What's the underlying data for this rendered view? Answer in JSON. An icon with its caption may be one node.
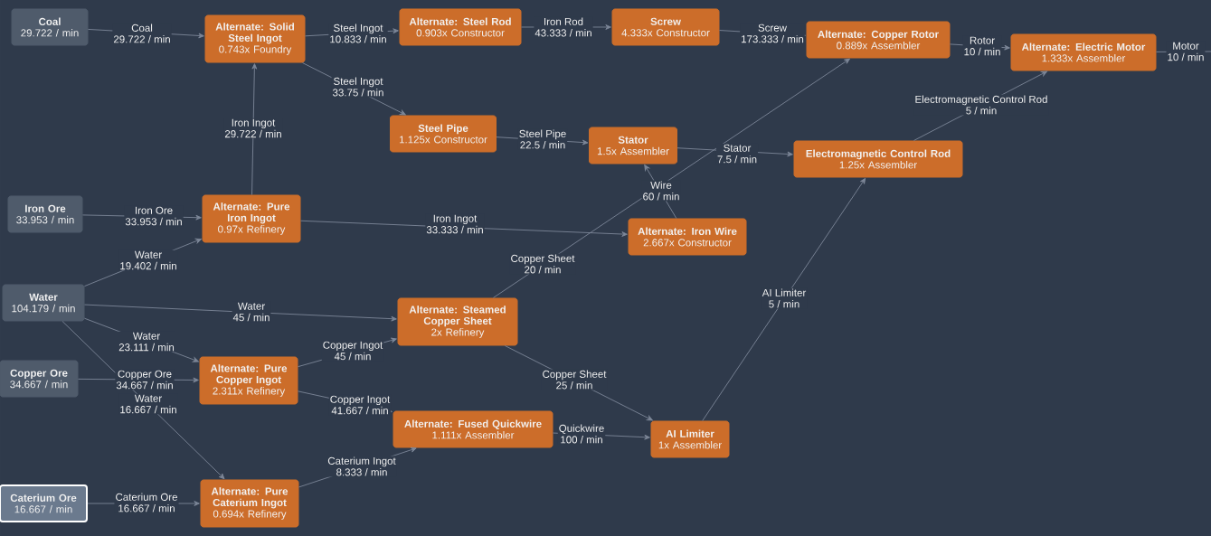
{
  "diagram": {
    "nodes": [
      {
        "text": [
          "Coal",
          "29.722 / min"
        ]
      },
      {
        "text": [
          "Iron Ore",
          "33.953 / min"
        ]
      },
      {
        "text": [
          "Water",
          "104.179 / min"
        ]
      },
      {
        "text": [
          "Copper Ore",
          "34.667 / min"
        ]
      },
      {
        "text": [
          "Caterium Ore",
          "16.667 / min"
        ]
      },
      {
        "text": [
          "Alternate: Solid Steel Ingot",
          "0.743x Foundry"
        ]
      },
      {
        "text": [
          "Alternate: Steel Rod",
          "0.903x Constructor"
        ]
      },
      {
        "text": [
          "Screw",
          "4.333x Constructor"
        ]
      },
      {
        "text": [
          "Alternate: Copper Rotor",
          "0.889x Assembler"
        ]
      },
      {
        "text": [
          "Alternate: Electric Motor",
          "1.333x Assembler"
        ]
      },
      {
        "text": [
          "Steel Pipe",
          "1.125x Constructor"
        ]
      },
      {
        "text": [
          "Stator",
          "1.5x Assembler"
        ]
      },
      {
        "text": [
          "Electromagnetic Control Rod",
          "1.25x Assembler"
        ]
      },
      {
        "text": [
          "Alternate: Pure Iron Ingot",
          "0.97x Refinery"
        ]
      },
      {
        "text": [
          "Alternate: Iron Wire",
          "2.667x Constructor"
        ]
      },
      {
        "text": [
          "Alternate: Steamed Copper Sheet",
          "2x Refinery"
        ]
      },
      {
        "text": [
          "Alternate: Pure Copper Ingot",
          "2.311x Refinery"
        ]
      },
      {
        "text": [
          "Alternate: Fused Quickwire",
          "1.111x Assembler"
        ]
      },
      {
        "text": [
          "AI Limiter",
          "1x Assembler"
        ]
      },
      {
        "text": [
          "Alternate: Pure Caterium Ingot",
          "0.694x Refinery"
        ]
      }
    ],
    "edges": [
      {
        "from": 0,
        "to": 5,
        "arrow": "to",
        "label": "Coal 29.722 / min"
      },
      {
        "from": 5,
        "to": 6,
        "arrow": "to",
        "label": "Steel Ingot 10.833 / min"
      },
      {
        "from": 6,
        "to": 7,
        "arrow": "to",
        "label": "Iron Rod 43.333 / min"
      },
      {
        "from": 7,
        "to": 8,
        "arrow": "to",
        "label": "Screw 173.333 / min"
      },
      {
        "from": 8,
        "to": 9,
        "arrow": "to",
        "label": "Rotor 10 / min"
      },
      {
        "from": 9,
        "to": null,
        "arrow": "none",
        "label": "Motor 10 / min"
      },
      {
        "from": 5,
        "to": 10,
        "arrow": "to",
        "label": "Steel Ingot 33.75 / min"
      },
      {
        "from": 13,
        "to": 5,
        "arrow": "to",
        "label": "Iron Ingot 29.722 / min"
      },
      {
        "from": 10,
        "to": 11,
        "arrow": "to",
        "label": "Steel Pipe 22.5 / min"
      },
      {
        "from": 11,
        "to": 12,
        "arrow": "to",
        "label": "Stator 7.5 / min"
      },
      {
        "from": 12,
        "to": 9,
        "arrow": "to",
        "label": "Electromagnetic Control Rod 5 / min"
      },
      {
        "from": 15,
        "to": 8,
        "arrow": "to",
        "label": "Copper Sheet 20 / min"
      },
      {
        "from": 14,
        "to": 11,
        "arrow": "to",
        "label": "Wire 60 / min"
      },
      {
        "from": 1,
        "to": 13,
        "arrow": "to",
        "label": "Iron Ore 33.953 / min"
      },
      {
        "from": 2,
        "to": 13,
        "arrow": "to",
        "label": "Water 19.402 / min"
      },
      {
        "from": 13,
        "to": 14,
        "arrow": "to",
        "label": "Iron Ingot 33.333 / min"
      },
      {
        "from": 2,
        "to": 15,
        "arrow": "to",
        "label": "Water 45 / min"
      },
      {
        "from": 2,
        "to": 16,
        "arrow": "to",
        "label": "Water 23.111 / min"
      },
      {
        "from": 3,
        "to": 16,
        "arrow": "to",
        "label": "Copper Ore 34.667 / min"
      },
      {
        "from": 2,
        "to": 19,
        "arrow": "to",
        "label": "Water 16.667 / min"
      },
      {
        "from": 4,
        "to": 19,
        "arrow": "to",
        "label": "Caterium Ore 16.667 / min"
      },
      {
        "from": 16,
        "to": 15,
        "arrow": "to",
        "label": "Copper Ingot 45 / min"
      },
      {
        "from": 16,
        "to": 17,
        "arrow": "to",
        "label": "Copper Ingot 41.667 / min"
      },
      {
        "from": 19,
        "to": 17,
        "arrow": "to",
        "label": "Caterium Ingot 8.333 / min"
      },
      {
        "from": 15,
        "to": 18,
        "arrow": "to",
        "label": "Copper Sheet 25 / min"
      },
      {
        "from": 17,
        "to": 18,
        "arrow": "to",
        "label": "Quickwire 100 / min"
      },
      {
        "from": 18,
        "to": 12,
        "arrow": "to",
        "label": "AI Limiter 5 / min"
      }
    ]
  }
}
